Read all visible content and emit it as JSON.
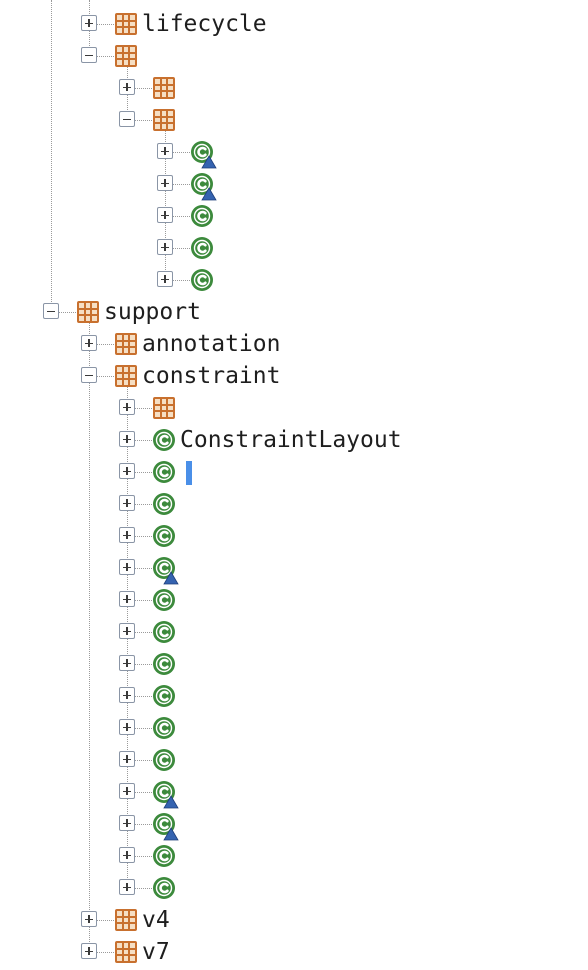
{
  "tree": {
    "nodes": [
      {
        "name": "tree-node-lifecycle",
        "depth": 2,
        "toggle": "plus",
        "icon": "package-icon",
        "label": "lifecycle"
      },
      {
        "name": "tree-node-package",
        "depth": 2,
        "toggle": "minus",
        "icon": "package-icon",
        "label": ""
      },
      {
        "name": "tree-node-package",
        "depth": 3,
        "toggle": "plus",
        "icon": "package-icon",
        "label": ""
      },
      {
        "name": "tree-node-package",
        "depth": 3,
        "toggle": "minus",
        "icon": "package-icon",
        "label": ""
      },
      {
        "name": "tree-node-class",
        "depth": 4,
        "toggle": "plus",
        "icon": "abstract-class-icon",
        "label": ""
      },
      {
        "name": "tree-node-class",
        "depth": 4,
        "toggle": "plus",
        "icon": "abstract-class-icon",
        "label": ""
      },
      {
        "name": "tree-node-class",
        "depth": 4,
        "toggle": "plus",
        "icon": "class-icon",
        "label": ""
      },
      {
        "name": "tree-node-class",
        "depth": 4,
        "toggle": "plus",
        "icon": "class-icon",
        "label": ""
      },
      {
        "name": "tree-node-class",
        "depth": 4,
        "toggle": "plus",
        "icon": "class-icon",
        "label": ""
      },
      {
        "name": "tree-node-support",
        "depth": 1,
        "toggle": "minus",
        "icon": "package-icon",
        "label": "support"
      },
      {
        "name": "tree-node-annotation",
        "depth": 2,
        "toggle": "plus",
        "icon": "package-icon",
        "label": "annotation"
      },
      {
        "name": "tree-node-constraint",
        "depth": 2,
        "toggle": "minus",
        "icon": "package-icon",
        "label": "constraint"
      },
      {
        "name": "tree-node-package",
        "depth": 3,
        "toggle": "plus",
        "icon": "package-icon",
        "label": ""
      },
      {
        "name": "tree-node-constraintlayout",
        "depth": 3,
        "toggle": "plus",
        "icon": "class-icon",
        "label": "ConstraintLayout"
      },
      {
        "name": "tree-node-class-editing",
        "depth": 3,
        "toggle": "plus",
        "icon": "class-icon",
        "label": "",
        "editing": true
      },
      {
        "name": "tree-node-class",
        "depth": 3,
        "toggle": "plus",
        "icon": "class-icon",
        "label": ""
      },
      {
        "name": "tree-node-class",
        "depth": 3,
        "toggle": "plus",
        "icon": "class-icon",
        "label": ""
      },
      {
        "name": "tree-node-class",
        "depth": 3,
        "toggle": "plus",
        "icon": "abstract-class-icon",
        "label": ""
      },
      {
        "name": "tree-node-class",
        "depth": 3,
        "toggle": "plus",
        "icon": "class-icon",
        "label": ""
      },
      {
        "name": "tree-node-class",
        "depth": 3,
        "toggle": "plus",
        "icon": "class-icon",
        "label": ""
      },
      {
        "name": "tree-node-class",
        "depth": 3,
        "toggle": "plus",
        "icon": "class-icon",
        "label": ""
      },
      {
        "name": "tree-node-class",
        "depth": 3,
        "toggle": "plus",
        "icon": "class-icon",
        "label": ""
      },
      {
        "name": "tree-node-class",
        "depth": 3,
        "toggle": "plus",
        "icon": "class-icon",
        "label": ""
      },
      {
        "name": "tree-node-class",
        "depth": 3,
        "toggle": "plus",
        "icon": "class-icon",
        "label": ""
      },
      {
        "name": "tree-node-class",
        "depth": 3,
        "toggle": "plus",
        "icon": "abstract-class-icon",
        "label": ""
      },
      {
        "name": "tree-node-class",
        "depth": 3,
        "toggle": "plus",
        "icon": "abstract-class-icon",
        "label": ""
      },
      {
        "name": "tree-node-class",
        "depth": 3,
        "toggle": "plus",
        "icon": "class-icon",
        "label": ""
      },
      {
        "name": "tree-node-class",
        "depth": 3,
        "toggle": "plus",
        "icon": "class-icon",
        "label": ""
      },
      {
        "name": "tree-node-v4",
        "depth": 2,
        "toggle": "plus",
        "icon": "package-icon",
        "label": "v4"
      },
      {
        "name": "tree-node-v7",
        "depth": 2,
        "toggle": "plus",
        "icon": "package-icon",
        "label": "v7"
      }
    ]
  },
  "colors": {
    "package": "#c8702e",
    "class": "#3c8a3c",
    "abstract_marker": "#3563b0",
    "caret": "#4a8fe8",
    "text": "#1e1e1e"
  }
}
